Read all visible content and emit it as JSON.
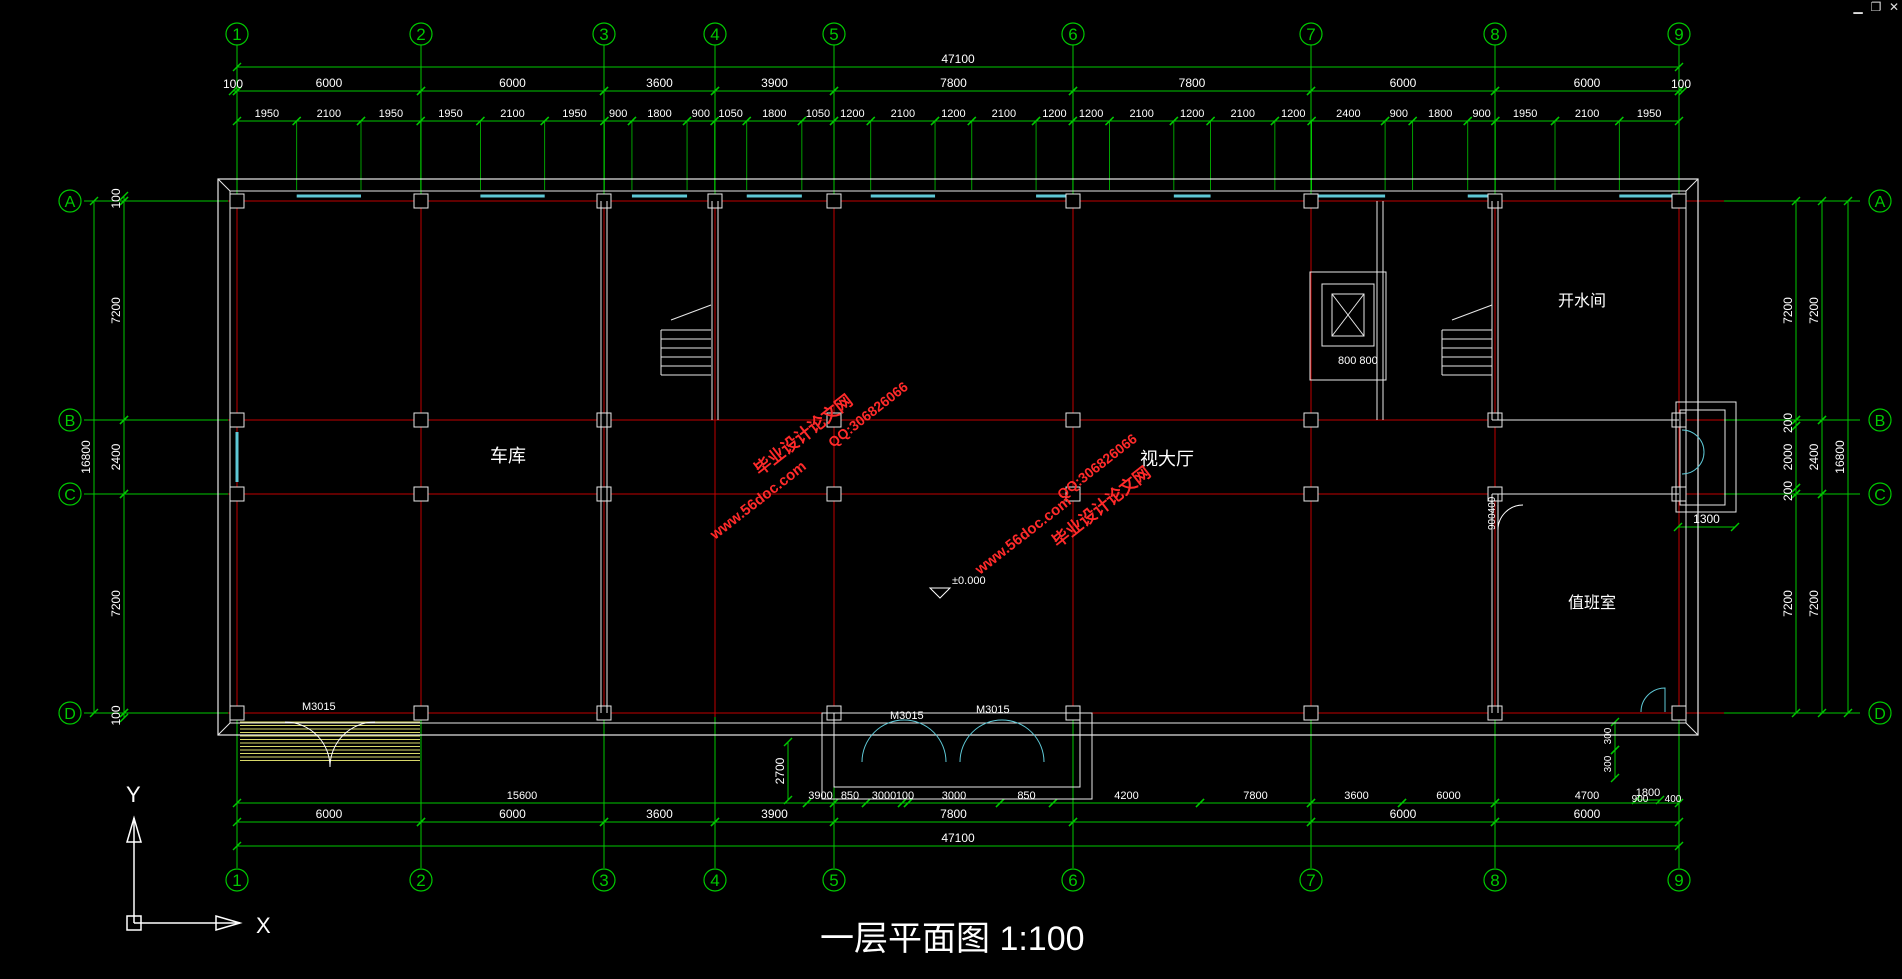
{
  "window": {
    "minimize": "▁",
    "restore": "❐",
    "close": "✕"
  },
  "axes_cols": [
    "1",
    "2",
    "3",
    "4",
    "5",
    "6",
    "7",
    "8",
    "9"
  ],
  "axes_rows": [
    "A",
    "B",
    "C",
    "D"
  ],
  "top_dims": {
    "overall": "47100",
    "end_offset_left": "100",
    "end_offset_right": "100",
    "bays": [
      "6000",
      "6000",
      "3600",
      "3900",
      "7800",
      "7800",
      "6000",
      "6000"
    ],
    "openings": [
      "1950",
      "2100",
      "1950",
      "1950",
      "2100",
      "1950",
      "900",
      "1800",
      "900",
      "1050",
      "1800",
      "1050",
      "1200",
      "2100",
      "1200",
      "2100",
      "1200",
      "1200",
      "2100",
      "1200",
      "2100",
      "1200",
      "2400",
      "900",
      "1800",
      "900",
      "1950",
      "2100",
      "1950"
    ]
  },
  "bottom_dims": {
    "row1": [
      "15600",
      "3900",
      "850",
      "3000",
      "100",
      "3000",
      "850",
      "4200",
      "7800",
      "3600",
      "6000",
      "4700"
    ],
    "row2": [
      "6000",
      "6000",
      "3600",
      "3900",
      "7800",
      "6000",
      "6000"
    ],
    "overall": "47100",
    "right_small": [
      "1800",
      "900",
      "400"
    ],
    "stair_vert": [
      "300",
      "300"
    ],
    "entry_depth": "2700"
  },
  "left_dims": {
    "overall": "16800",
    "parts": [
      "100",
      "7200",
      "2400",
      "7200",
      "100"
    ]
  },
  "right_dims": {
    "overall": "16800",
    "parts": [
      "7200",
      "200",
      "2000",
      "200",
      "7200"
    ],
    "outer": [
      "7200",
      "2400",
      "7200"
    ],
    "canopy": "1300"
  },
  "rooms": {
    "garage": "车库",
    "hall": "视大厅",
    "boiler": "开水间",
    "duty": "值班室"
  },
  "labels": {
    "door_a": "M3015",
    "door_b": "M3015",
    "door_c": "M3015",
    "elevator_dims": "800 800",
    "door_small": "900400",
    "level": "±0.000"
  },
  "watermark": {
    "line1": "毕业设计论文网",
    "line2": "www.56doc.com",
    "line3": "QQ:306826066"
  },
  "title": "一层平面图  1:100",
  "ucs": {
    "x": "X",
    "y": "Y"
  },
  "colors": {
    "grid": "#00c800",
    "axis": "#c00000",
    "wall": "#e8e8e8",
    "text": "#ffffff",
    "water": "#ff2a2a"
  }
}
